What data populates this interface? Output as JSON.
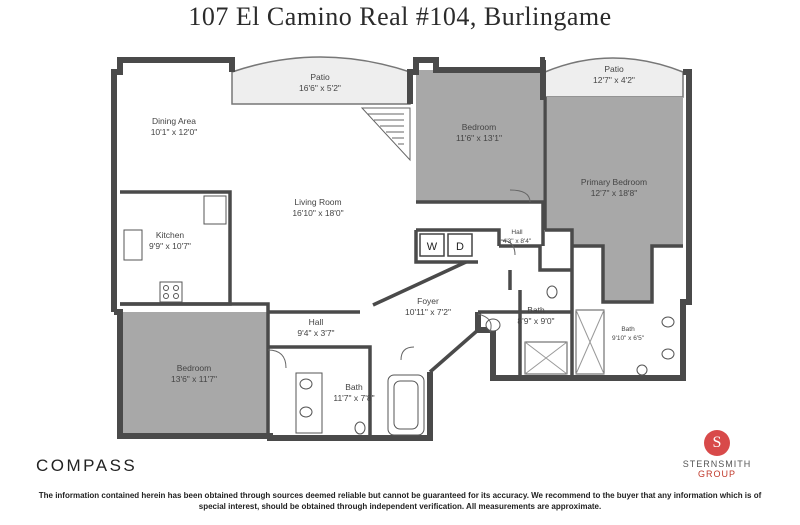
{
  "title": "107 El Camino Real #104, Burlingame",
  "rooms": {
    "patio_left": {
      "name": "Patio",
      "dim": "16'6\" x 5'2\""
    },
    "patio_right": {
      "name": "Patio",
      "dim": "12'7\" x 4'2\""
    },
    "dining": {
      "name": "Dining Area",
      "dim": "10'1\" x 12'0\""
    },
    "living": {
      "name": "Living Room",
      "dim": "16'10\" x 18'0\""
    },
    "kitchen": {
      "name": "Kitchen",
      "dim": "9'9\" x 10'7\""
    },
    "bedroom_top": {
      "name": "Bedroom",
      "dim": "11'6\" x 13'1\""
    },
    "primary_bedroom": {
      "name": "Primary Bedroom",
      "dim": "12'7\" x 18'8\""
    },
    "hall_small": {
      "name": "Hall",
      "dim": "4'3\" x 8'4\""
    },
    "washer": "W",
    "dryer": "D",
    "foyer": {
      "name": "Foyer",
      "dim": "10'11\" x 7'2\""
    },
    "bath_center": {
      "name": "Bath",
      "dim": "8'9\" x 9'0\""
    },
    "bath_primary": {
      "name": "Bath",
      "dim": "9'10\" x 6'5\""
    },
    "hall_lower": {
      "name": "Hall",
      "dim": "9'4\" x 3'7\""
    },
    "bedroom_bottom": {
      "name": "Bedroom",
      "dim": "13'6\" x 11'7\""
    },
    "bath_bottom": {
      "name": "Bath",
      "dim": "11'7\" x 7'8\""
    }
  },
  "branding": {
    "compass": "COMPASS",
    "sternsmith_mark": "S",
    "sternsmith_name": "STERNSMITH",
    "sternsmith_sub": "GROUP"
  },
  "disclaimer": "The information contained herein has been obtained through sources deemed reliable but cannot be guaranteed for its accuracy. We recommend to the buyer that any information which is of special interest, should be obtained through independent verification. All measurements are approximate.",
  "colors": {
    "wall": "#4a4a4a",
    "bedroom_fill": "#a8a8a8",
    "patio_fill": "#eeeeee",
    "floor": "#ffffff",
    "brand_red": "#d84a4a"
  }
}
